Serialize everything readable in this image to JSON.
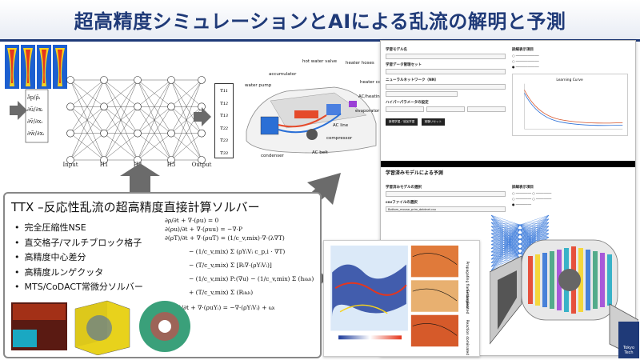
{
  "title": "超高精度シミュレーションとAIによる乱流の解明と予測",
  "nn": {
    "inputs": [
      "∂̄p/ρ̄ᵢ",
      "∂ũ/∂xᵢ",
      "∂ṽ/∂xᵢ",
      "∂w̃/∂xᵢ"
    ],
    "layers": [
      "Input",
      "H1",
      "H2",
      "H3",
      "Output"
    ],
    "outputs": [
      "τ₁₁",
      "τ₁₂",
      "τ₁₃",
      "τ₂₂",
      "τ₂₃",
      "τ₃₃"
    ]
  },
  "car": {
    "labels": [
      "hot water valve",
      "heater hoses",
      "accumulator",
      "heater core",
      "water pump",
      "AC/heating control module",
      "evaporator",
      "AC line",
      "compressor",
      "AC belt",
      "condenser"
    ]
  },
  "ttx": {
    "title": "TTX –反応性乱流の超高精度直接計算ソルバー",
    "features": [
      "完全圧縮性NSE",
      "直交格子/マルチブロック格子",
      "高精度中心差分",
      "高精度ルンゲクッタ",
      "MTS/CoDACT常微分ソルバー"
    ],
    "equations": [
      "∂ρ/∂t + ∇·(ρu) = 0",
      "∂(ρu)/∂t + ∇·(ρuu) = −∇·P",
      "∂(ρT)/∂t + ∇·(ρuT) = (1/c_v,mix)·∇·(λ∇T)",
      "− (1/c_v,mix) Σ (ρYᵢVᵢ c_p,i · ∇T)",
      "− (T/c_v,mix) Σ [Rᵢ∇·(ρYᵢVᵢ)]",
      "− (1/c_v,mix) P:(∇u) − (1/c_v,mix) Σ (hᵢωᵢ)",
      "+ (T/c_v,mix) Σ (Rᵢωᵢ)",
      "∂(ρYᵢ)/∂t + ∇·(ρuYᵢ) = −∇·(ρYᵢVᵢ) + ωᵢ"
    ]
  },
  "app": {
    "sections": {
      "model": "学習モデル名",
      "dataset": "学習データ管理セット",
      "nn": "ニューラルネットワーク（NN）",
      "hyper": "ハイパーパラメータの設定",
      "display": "詳細表示項目",
      "predict": "学習済みモデルによる予測",
      "select": "学習済みモデルの選択",
      "csv": "csvファイルの選択"
    },
    "buttons": [
      "新規学習／追加学習",
      "実験リセット"
    ],
    "chart_title": "Learning Curve",
    "file_name": "Bottom_mouse_prim_debtnet.csv"
  },
  "results": {
    "side_labels": [
      "Propagating flame dominated",
      "Entangled",
      "Reaction dominated"
    ]
  },
  "logo": {
    "text": "Tokyo Tech"
  },
  "colors": {
    "brand": "#1f3a78",
    "arrow": "#6b6b6b"
  }
}
